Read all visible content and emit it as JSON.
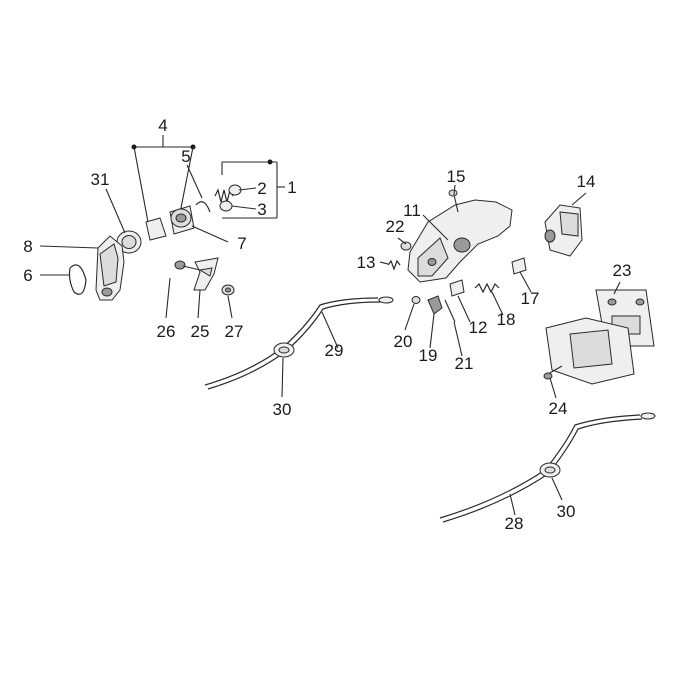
{
  "callouts": {
    "c1": "1",
    "c2": "2",
    "c3": "3",
    "c4": "4",
    "c5": "5",
    "c6": "6",
    "c7": "7",
    "c8": "8",
    "c11": "11",
    "c12": "12",
    "c13": "13",
    "c14": "14",
    "c15": "15",
    "c17": "17",
    "c18": "18",
    "c19": "19",
    "c20": "20",
    "c21": "21",
    "c22": "22",
    "c23": "23",
    "c24": "24",
    "c25": "25",
    "c26": "26",
    "c27": "27",
    "c28": "28",
    "c29": "29",
    "c30a": "30",
    "c30b": "30",
    "c31": "31"
  }
}
